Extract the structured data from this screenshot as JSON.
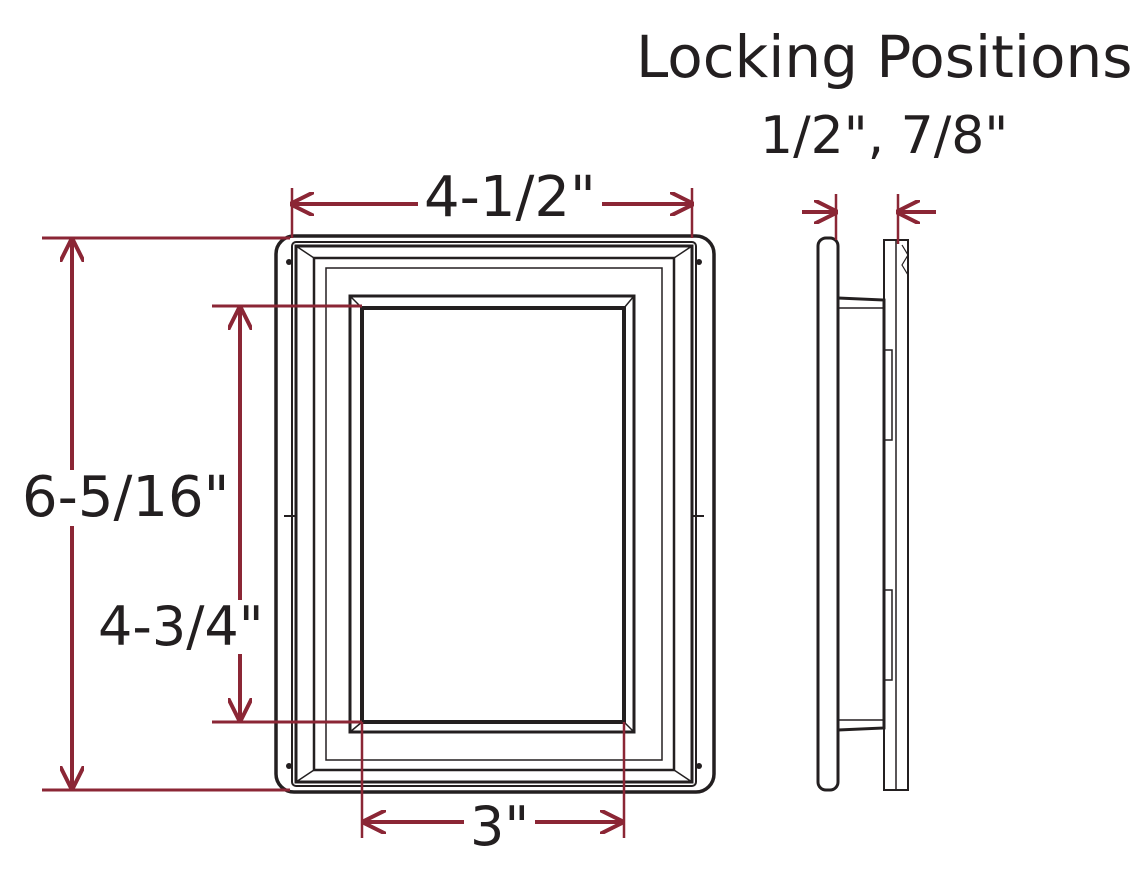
{
  "title": "Locking Positions",
  "positions": "1/2\", 7/8\"",
  "dimensions": {
    "overall_width": "4-1/2\"",
    "overall_height": "6-5/16\"",
    "inner_height": "4-3/4\"",
    "inner_width": "3\""
  },
  "colors": {
    "dimension_line": "#8b2635",
    "outline": "#231f20",
    "background": "#ffffff"
  }
}
